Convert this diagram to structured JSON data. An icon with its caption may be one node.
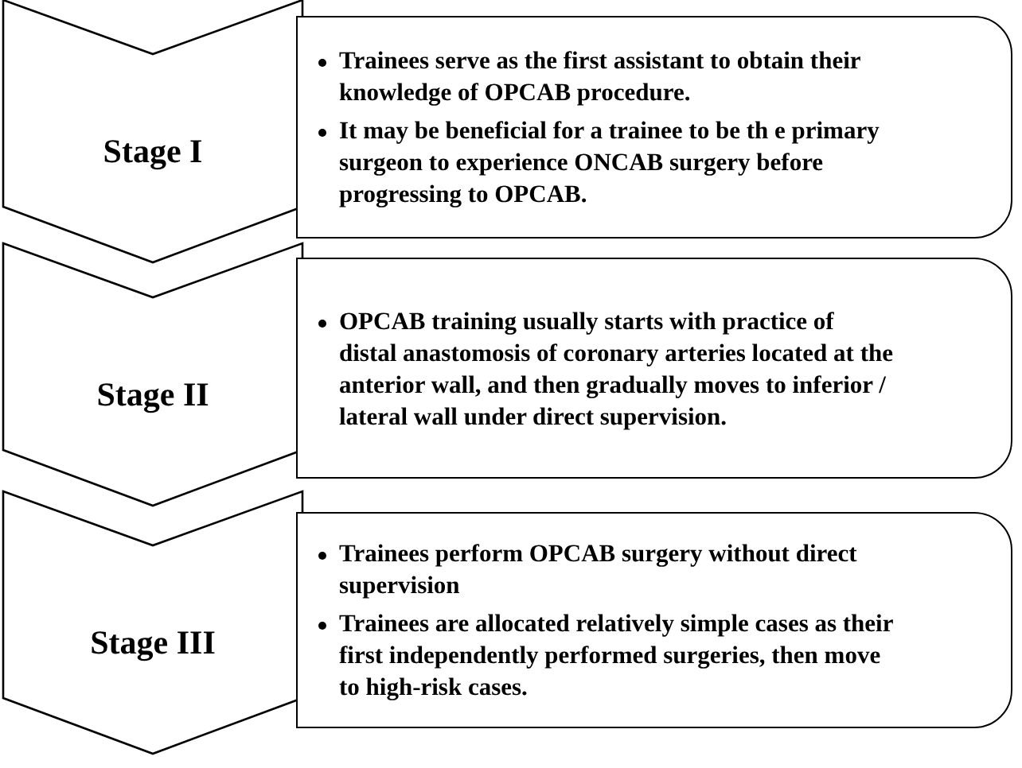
{
  "diagram": {
    "nodes": [
      {
        "text": [
          "Stage I"
        ]
      },
      {
        "text": [
          "Trainees serve as the first assistant to obtain their knowledge of OPCAB procedure.",
          "It may be beneficial for a trainee to be th e primary surgeon to experience ONCAB surgery before progressing to OPCAB."
        ]
      },
      {
        "text": [
          "Stage II"
        ]
      },
      {
        "text": [
          "OPCAB training usually starts with practice of distal anastomosis of coronary arteries located at the anterior wall, and then gradually moves to inferior / lateral wall under direct supervision."
        ]
      },
      {
        "text": [
          "Stage III"
        ]
      },
      {
        "text": [
          "Trainees perform OPCAB surgery without direct supervision",
          "Trainees are allocated relatively simple cases as their first independently performed surgeries, then move to high-risk cases."
        ]
      }
    ]
  }
}
